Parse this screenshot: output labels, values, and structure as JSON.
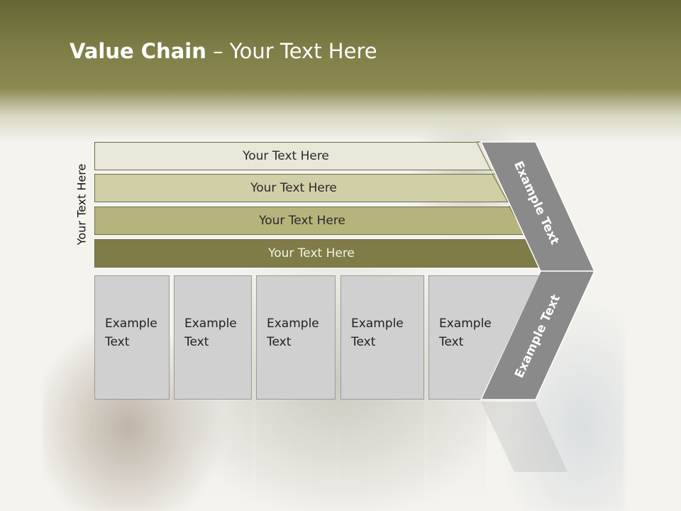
{
  "title": {
    "bold": "Value Chain",
    "rest": " – Your Text Here"
  },
  "side_label": "Your Text Here",
  "bars": [
    {
      "label": "Your Text Here",
      "color": "#e9e7d8"
    },
    {
      "label": "Your Text Here",
      "color": "#d1cfa8"
    },
    {
      "label": "Your Text Here",
      "color": "#b6b47c"
    },
    {
      "label": "Your Text Here",
      "color": "#7f7c47"
    }
  ],
  "cells": [
    {
      "line1": "Example",
      "line2": "Text"
    },
    {
      "line1": "Example",
      "line2": "Text"
    },
    {
      "line1": "Example",
      "line2": "Text"
    },
    {
      "line1": "Example",
      "line2": "Text"
    },
    {
      "line1": "Example",
      "line2": "Text"
    }
  ],
  "chevron": {
    "upper": "Example Text",
    "lower": "Example Text",
    "color": "#8a8a8a"
  }
}
